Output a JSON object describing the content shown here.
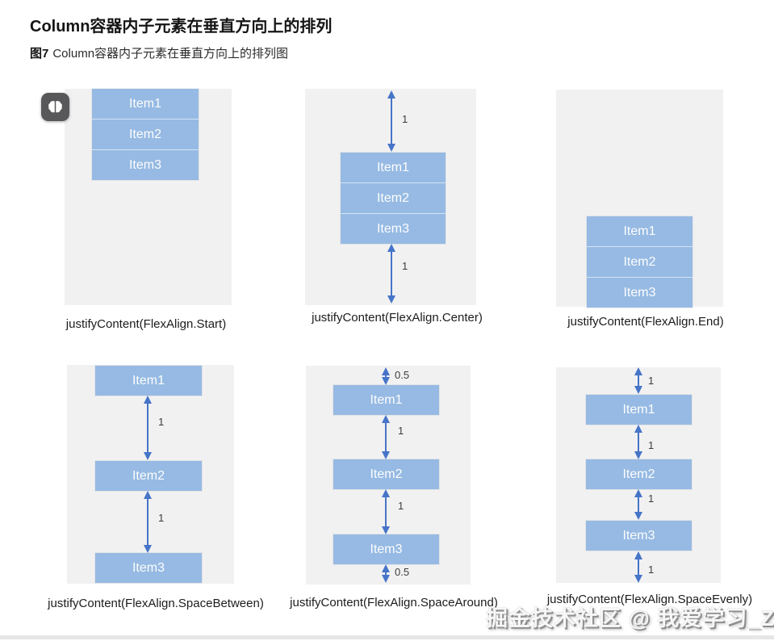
{
  "page": {
    "title": "Column容器内子元素在垂直方向上的排列",
    "figure_label": "图7",
    "figure_caption": "Column容器内子元素在垂直方向上的排列图"
  },
  "items": [
    "Item1",
    "Item2",
    "Item3"
  ],
  "panels": [
    {
      "caption": "justifyContent(FlexAlign.Start)"
    },
    {
      "caption": "justifyContent(FlexAlign.Center)",
      "arrow_labels": [
        "1",
        "1"
      ]
    },
    {
      "caption": "justifyContent(FlexAlign.End)"
    },
    {
      "caption": "justifyContent(FlexAlign.SpaceBetween)",
      "arrow_labels": [
        "1",
        "1"
      ]
    },
    {
      "caption": "justifyContent(FlexAlign.SpaceAround)",
      "arrow_labels": [
        "0.5",
        "1",
        "1",
        "0.5"
      ]
    },
    {
      "caption": "justifyContent(FlexAlign.SpaceEvenly)",
      "arrow_labels": [
        "1",
        "1",
        "1",
        "1"
      ]
    }
  ],
  "watermark": {
    "text": "掘金技术社区 @ 我爱学习_ZL"
  },
  "icons": {
    "floating_badge": "brain-icon"
  },
  "colors": {
    "item_blue": "#96BAE3",
    "arrow_blue": "#4674C8",
    "panel_gray": "#F1F1F2",
    "badge_gray": "#58585A",
    "divider_gray": "#E6E6E6"
  }
}
